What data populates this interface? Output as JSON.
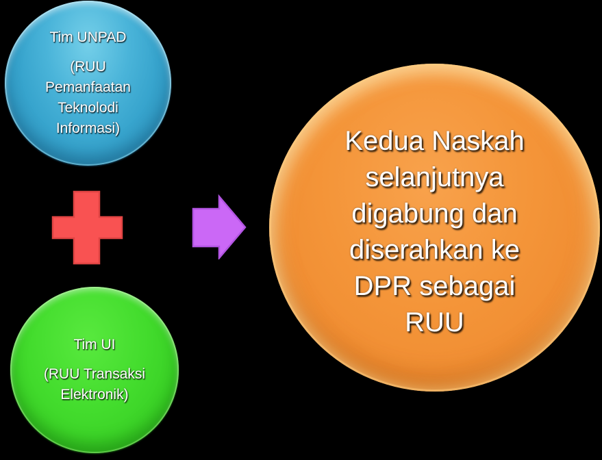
{
  "diagram": {
    "background_color": "#000000",
    "text_color": "#ffffff",
    "nodes": {
      "unpad": {
        "shape": "circle",
        "color": "#37a4cd",
        "title": "Tim UNPAD",
        "subtitle": "(RUU Pemanfaatan Teknolodi Informasi)",
        "subtitle_lines": [
          "(RUU",
          "Pemanfaatan",
          "Teknolodi",
          "Informasi)"
        ]
      },
      "ui": {
        "shape": "circle",
        "color": "#3fd92a",
        "title": "Tim UI",
        "subtitle": "(RUU Transaksi Elektronik)",
        "subtitle_lines": [
          "(RUU Transaksi",
          "Elektronik)"
        ]
      },
      "result": {
        "shape": "circle",
        "color": "#f29238",
        "text": "Kedua Naskah selanjutnya digabung dan diserahkan ke DPR sebagai RUU",
        "lines": [
          "Kedua Naskah",
          "selanjutnya",
          "digabung dan",
          "diserahkan ke",
          "DPR sebagai",
          "RUU"
        ]
      }
    },
    "operators": {
      "plus": {
        "shape": "plus-sign",
        "color": "#f95252",
        "border_color": "#e04443"
      },
      "arrow": {
        "shape": "right-arrow",
        "color": "#cb68f6",
        "border_color": "#b254e2"
      }
    }
  }
}
